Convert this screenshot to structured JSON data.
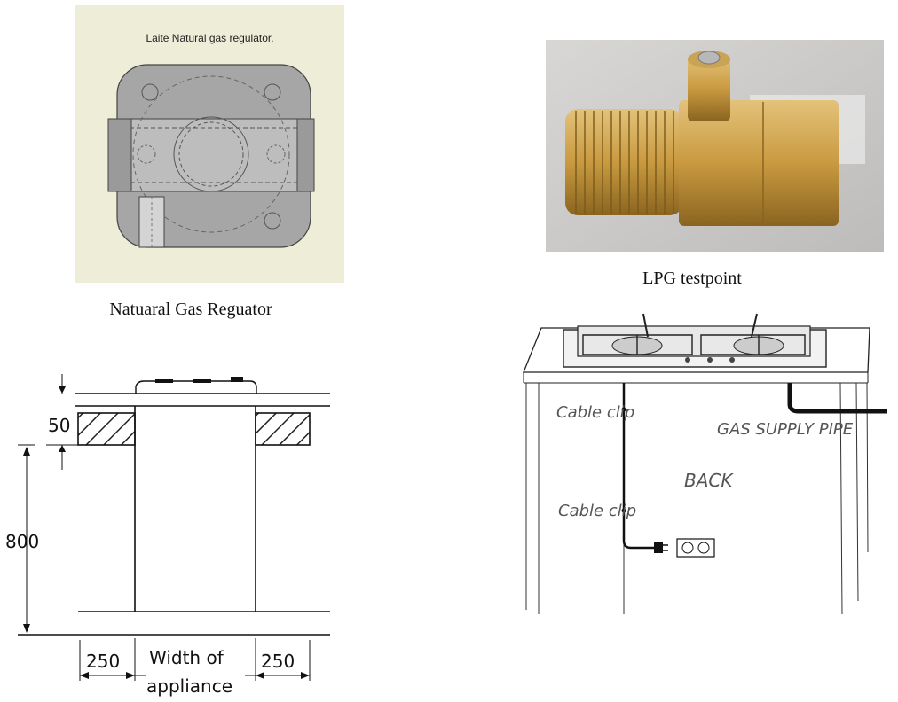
{
  "regulator": {
    "title": "Laite Natural gas regulator.",
    "caption": "Natuaral Gas Reguator"
  },
  "testpoint": {
    "caption": "LPG testpoint"
  },
  "clearance": {
    "top_gap": "50",
    "height": "800",
    "left_gap": "250",
    "right_gap": "250",
    "width_label_line1": "Width of",
    "width_label_line2": "appliance"
  },
  "installation": {
    "cable_clip_1": "Cable clip",
    "cable_clip_2": "Cable clip",
    "gas_pipe": "GAS SUPPLY PIPE",
    "back": "BACK"
  }
}
